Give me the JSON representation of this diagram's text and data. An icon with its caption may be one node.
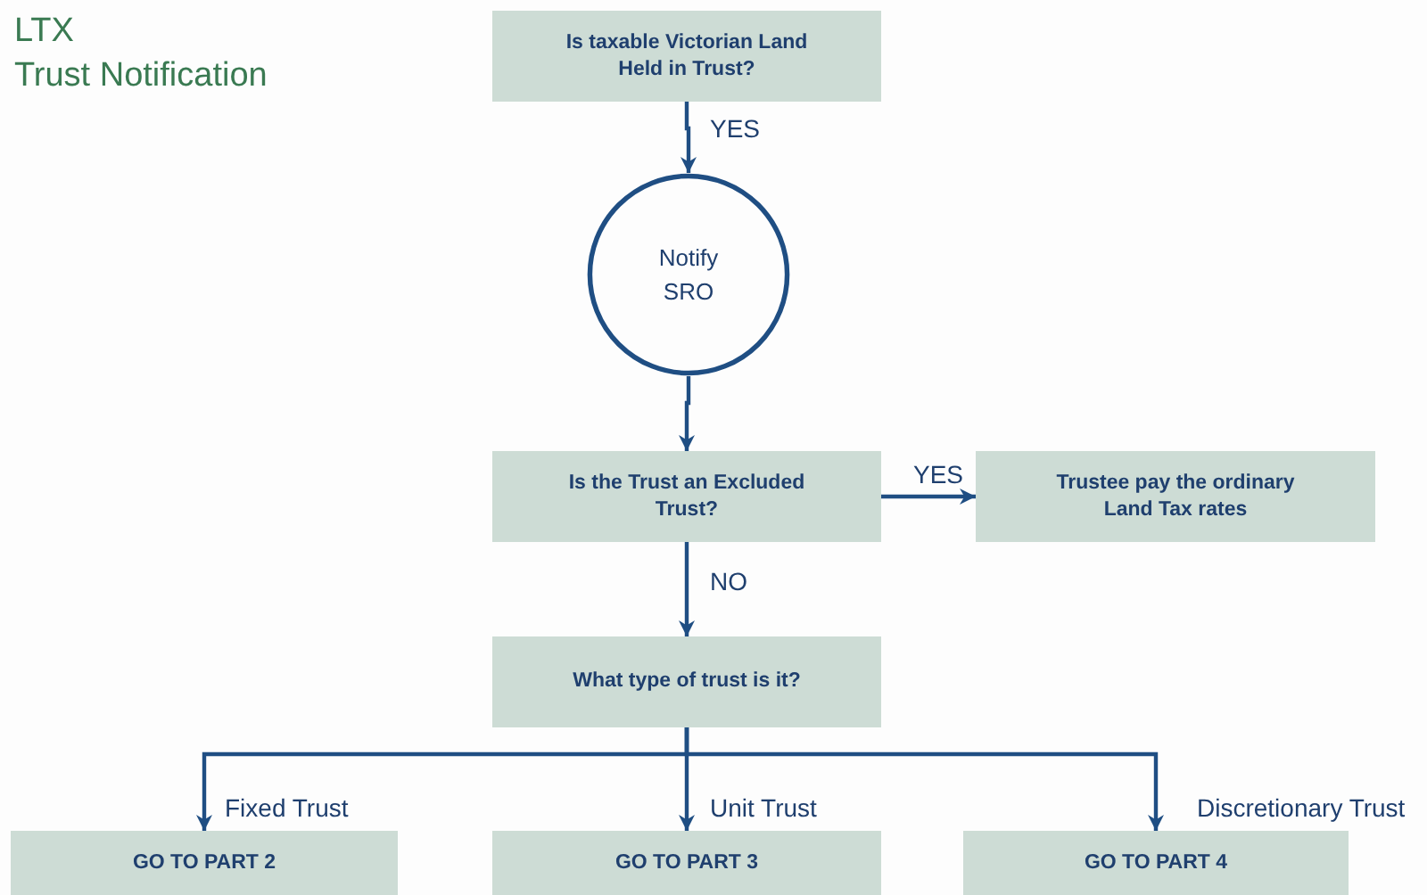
{
  "diagram": {
    "title": "LTX",
    "nodes": [
      {
        "text": [
          "Is taxable Victorian Land Held in Trust?"
        ]
      },
      {
        "text": [
          "Notify SRO"
        ]
      },
      {
        "text": [
          "Is the Trust an Excluded Trust?"
        ]
      },
      {
        "text": [
          "Trustee pay the ordinary Land Tax rates"
        ]
      },
      {
        "text": [
          "What type of trust is it?"
        ]
      },
      {
        "text": [
          "GO TO PART 2"
        ]
      },
      {
        "text": [
          "GO TO PART 3"
        ]
      },
      {
        "text": [
          "GO TO PART 4"
        ]
      }
    ],
    "edges": [
      {
        "from": 0,
        "to": 1,
        "arrow": "to",
        "label": "YES"
      },
      {
        "from": 1,
        "to": 2,
        "arrow": "to"
      },
      {
        "from": 2,
        "to": 3,
        "arrow": "to",
        "label": "YES"
      },
      {
        "from": 2,
        "to": 4,
        "arrow": "to",
        "label": "NO"
      },
      {
        "from": 4,
        "to": 5,
        "arrow": "to",
        "label": "Fixed Trust"
      },
      {
        "from": 4,
        "to": 6,
        "arrow": "to",
        "label": "Unit Trust"
      },
      {
        "from": 4,
        "to": 7,
        "arrow": "to",
        "label": "Discretionary Trust"
      }
    ],
    "labels": [
      "Trust Notification"
    ]
  }
}
